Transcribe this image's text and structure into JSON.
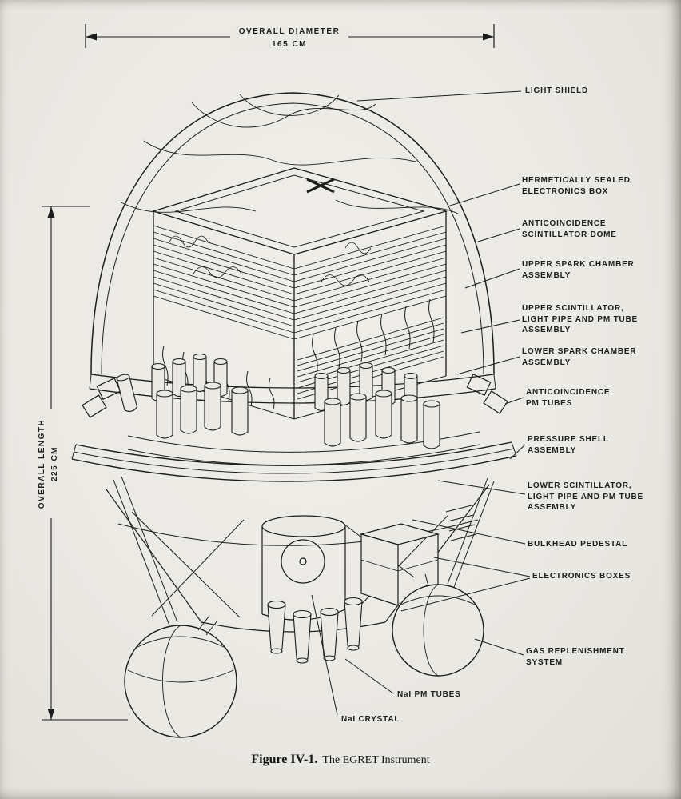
{
  "colors": {
    "paper": "#ebe9e4",
    "ink": "#1c1c1c"
  },
  "dimensions": {
    "diameter": {
      "line1": "OVERALL DIAMETER",
      "line2": "165 CM"
    },
    "length": {
      "line1": "OVERALL LENGTH",
      "line2": "225 CM"
    }
  },
  "labels": {
    "light_shield": "LIGHT SHIELD",
    "electronics_box": "HERMETICALLY SEALED\nELECTRONICS BOX",
    "scintillator_dome": "ANTICOINCIDENCE\nSCINTILLATOR DOME",
    "upper_spark": "UPPER SPARK CHAMBER\nASSEMBLY",
    "upper_scintillator": "UPPER SCINTILLATOR,\nLIGHT PIPE AND PM TUBE\nASSEMBLY",
    "lower_spark": "LOWER SPARK CHAMBER\nASSEMBLY",
    "anticoincidence_pm": "ANTICOINCIDENCE\nPM TUBES",
    "pressure_shell": "PRESSURE SHELL\nASSEMBLY",
    "lower_scintillator": "LOWER SCINTILLATOR,\nLIGHT PIPE AND PM TUBE\nASSEMBLY",
    "bulkhead": "BULKHEAD PEDESTAL",
    "electronics_boxes": "ELECTRONICS BOXES",
    "gas_system": "GAS REPLENISHMENT\nSYSTEM",
    "nai_pm_tubes": "NaI PM TUBES",
    "nai_crystal": "NaI CRYSTAL"
  },
  "caption": {
    "figure": "Figure IV-1.",
    "title": "The EGRET Instrument"
  }
}
